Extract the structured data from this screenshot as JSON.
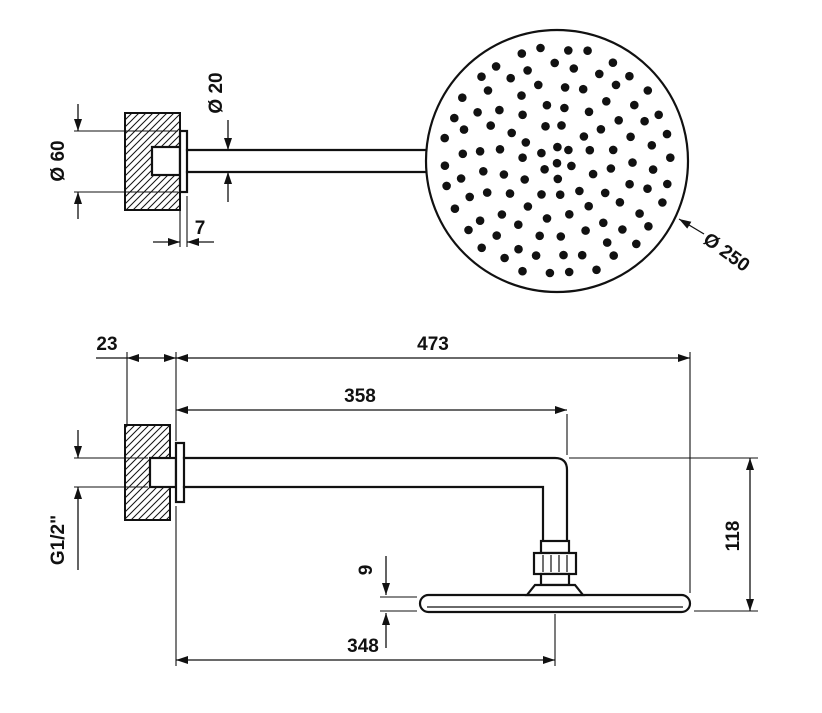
{
  "drawing": {
    "top_view": {
      "arm_diameter": "Ø 20",
      "flange_diameter": "Ø 60",
      "flange_thickness": "7",
      "head_diameter": "Ø 250"
    },
    "side_view": {
      "wall_plate_depth": "23",
      "total_reach": "473",
      "arm_length": "358",
      "thread_size": "G1/2\"",
      "head_thickness": "9",
      "drop_height": "118",
      "head_center_reach": "348"
    },
    "colors": {
      "line_color": "#111111",
      "background": "#ffffff"
    }
  }
}
